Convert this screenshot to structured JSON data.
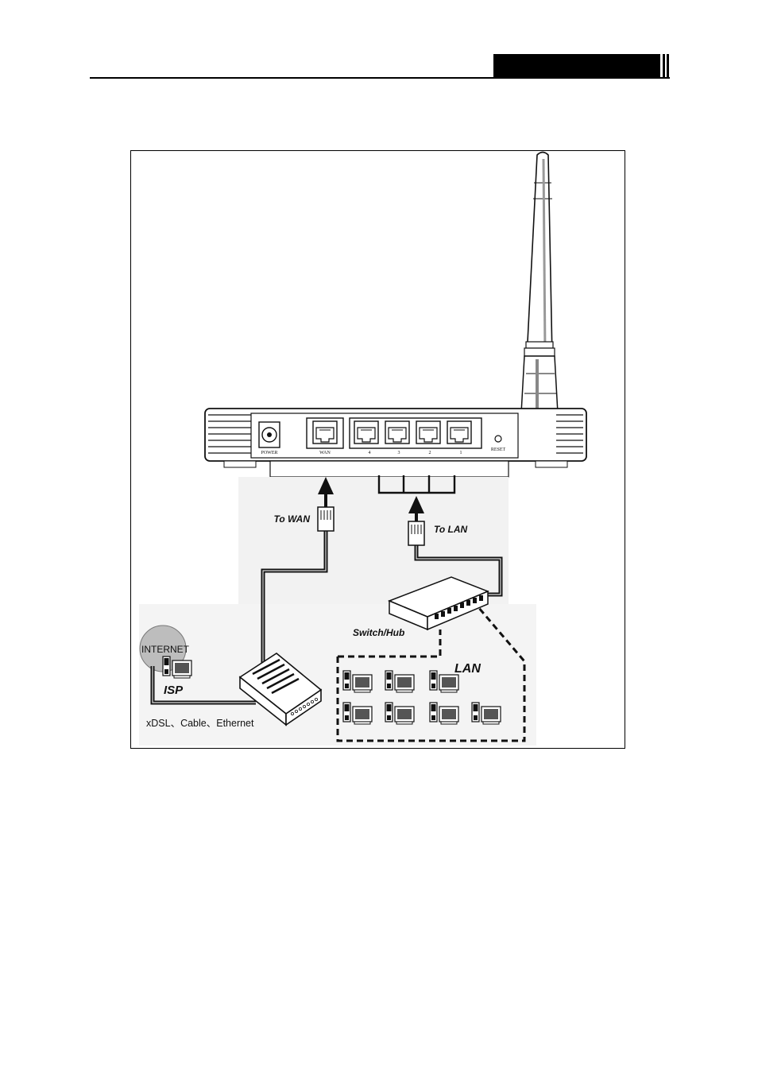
{
  "diagram": {
    "router": {
      "power_label": "POWER",
      "wan_label": "WAN",
      "lan_port_labels": [
        "4",
        "3",
        "2",
        "1"
      ],
      "reset_label": "RESET"
    },
    "to_wan_label": "To WAN",
    "to_lan_label": "To LAN",
    "switch_label": "Switch/Hub",
    "lan_label": "LAN",
    "internet_label": "INTERNET",
    "isp_label": "ISP",
    "modem_caption": "xDSL、Cable、Ethernet"
  }
}
